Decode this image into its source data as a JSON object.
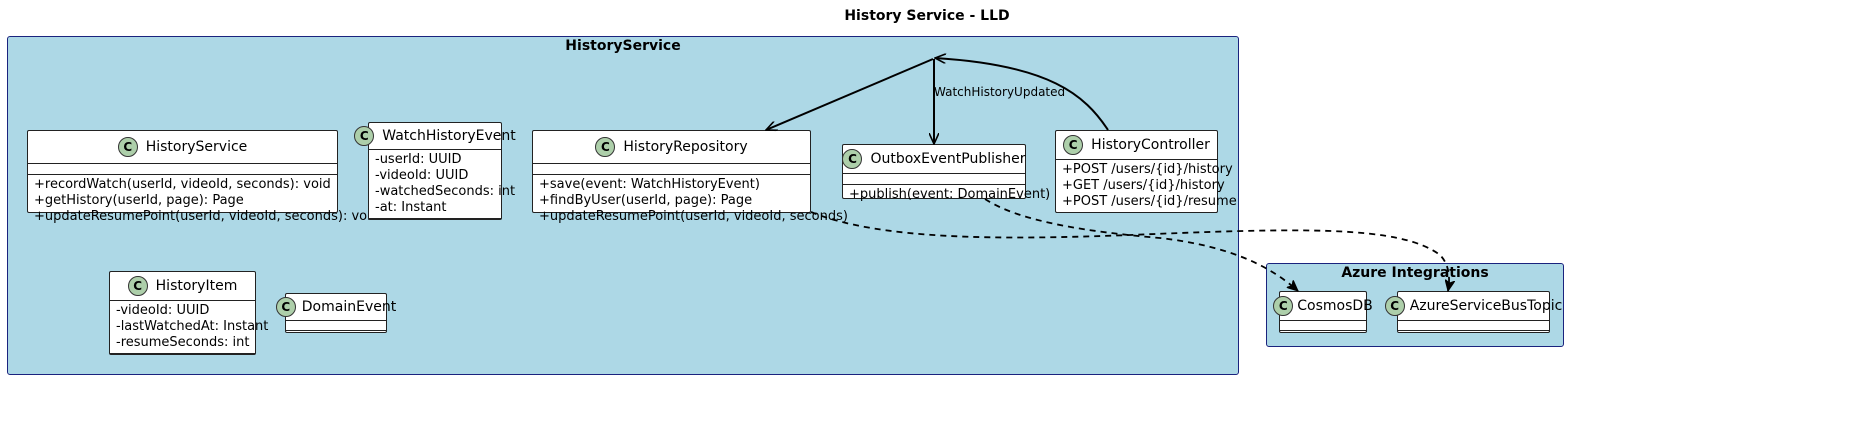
{
  "title": "History Service - LLD",
  "packages": {
    "history_service": {
      "label": "HistoryService"
    },
    "azure": {
      "label": "Azure Integrations"
    }
  },
  "classes": {
    "history_service": {
      "name": "HistoryService",
      "badge": "C",
      "fields": [],
      "methods": [
        "+recordWatch(userId, videoId, seconds): void",
        "+getHistory(userId, page): Page",
        "+updateResumePoint(userId, videoId, seconds): void"
      ]
    },
    "watch_history_event": {
      "name": "WatchHistoryEvent",
      "badge": "C",
      "fields": [
        "-userId: UUID",
        "-videoId: UUID",
        "-watchedSeconds: int",
        "-at: Instant"
      ],
      "methods": []
    },
    "history_repository": {
      "name": "HistoryRepository",
      "badge": "C",
      "fields": [],
      "methods": [
        "+save(event: WatchHistoryEvent)",
        "+findByUser(userId, page): Page",
        "+updateResumePoint(userId, videoId, seconds)"
      ]
    },
    "outbox_event_publisher": {
      "name": "OutboxEventPublisher",
      "badge": "C",
      "fields": [],
      "methods": [
        "+publish(event: DomainEvent)"
      ]
    },
    "history_controller": {
      "name": "HistoryController",
      "badge": "C",
      "fields": [
        "+POST /users/{id}/history",
        "+GET /users/{id}/history",
        "+POST /users/{id}/resume"
      ],
      "methods": []
    },
    "history_item": {
      "name": "HistoryItem",
      "badge": "C",
      "fields": [
        "-videoId: UUID",
        "-lastWatchedAt: Instant",
        "-resumeSeconds: int"
      ],
      "methods": []
    },
    "domain_event": {
      "name": "DomainEvent",
      "badge": "C",
      "fields": [],
      "methods": []
    },
    "cosmos_db": {
      "name": "CosmosDB",
      "badge": "C",
      "fields": [],
      "methods": []
    },
    "azure_service_bus_topic": {
      "name": "AzureServiceBusTopic",
      "badge": "C",
      "fields": [],
      "methods": []
    }
  },
  "edge_labels": {
    "watch_history_updated": "WatchHistoryUpdated"
  }
}
